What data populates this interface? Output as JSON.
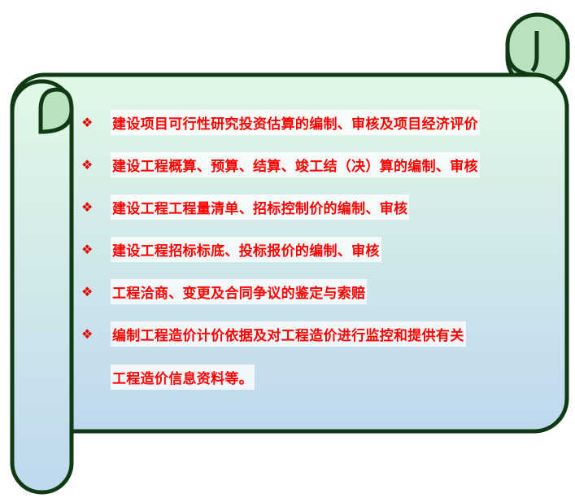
{
  "items": [
    {
      "bullet": "❖",
      "text": "建设项目可行性研究投资估算的编制、审核及项目经济评价"
    },
    {
      "bullet": "❖",
      "text": "建设工程概算、预算、结算、竣工结（决）算的编制、审核"
    },
    {
      "bullet": "❖",
      "text": "建设工程工程量清单、招标控制价的编制、审核"
    },
    {
      "bullet": "❖",
      "text": "建设工程招标标底、投标报价的编制、审核"
    },
    {
      "bullet": "❖",
      "text": "工程洽商、变更及合同争议的鉴定与索赔"
    },
    {
      "bullet": "❖",
      "text": "编制工程造价计价依据及对工程造价进行监控和提供有关"
    },
    {
      "bullet": "",
      "text": "工程造价信息资料等。"
    }
  ],
  "colors": {
    "outline": "#0f3a14",
    "text": "#ff0000",
    "curl": "#b9e3c0",
    "top": "#dff7e4",
    "bottom": "#c2dcef"
  }
}
